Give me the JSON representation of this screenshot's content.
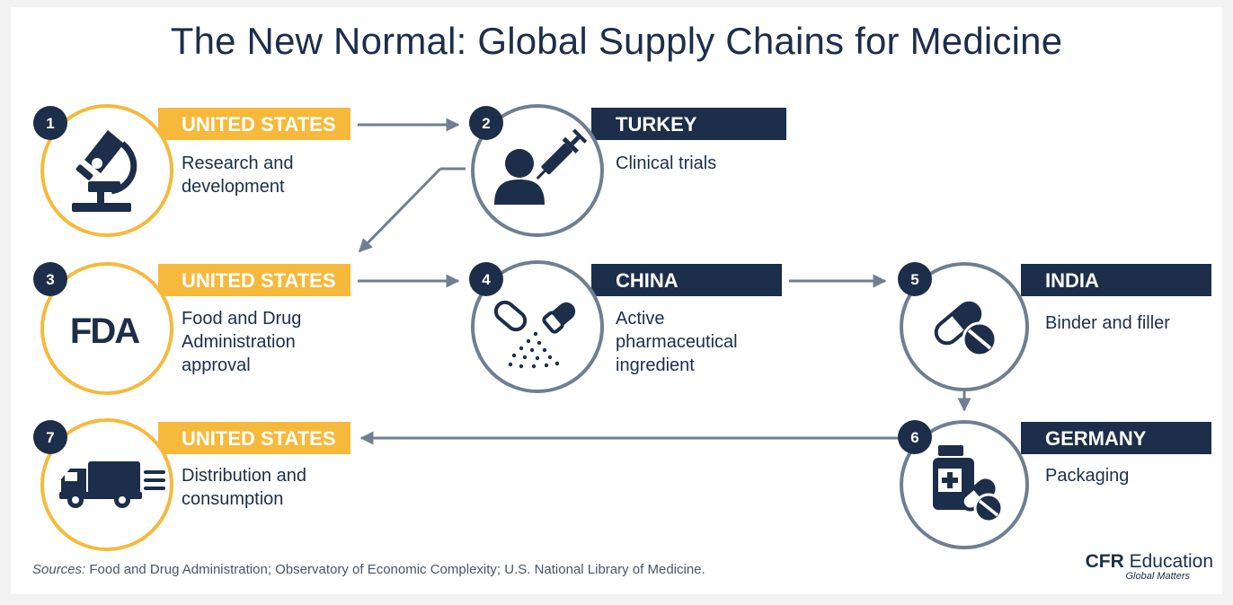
{
  "title": "The New Normal: Global Supply Chains for Medicine",
  "colors": {
    "navy": "#1c2e49",
    "gold": "#f6b93c",
    "gray": "#6f7f90",
    "text": "#1c2e49"
  },
  "steps": [
    {
      "number": "1",
      "country": "UNITED STATES",
      "description": [
        "Research and",
        "development"
      ],
      "icon": "microscope-icon",
      "style": "gold"
    },
    {
      "number": "2",
      "country": "TURKEY",
      "description": [
        "Clinical trials"
      ],
      "icon": "patient-syringe-icon",
      "style": "navy"
    },
    {
      "number": "3",
      "country": "UNITED STATES",
      "description": [
        "Food and Drug",
        "Administration",
        "approval"
      ],
      "icon": "fda-logo-icon",
      "icon_text": "FDA",
      "style": "gold"
    },
    {
      "number": "4",
      "country": "CHINA",
      "description": [
        "Active",
        "pharmaceutical",
        "ingredient"
      ],
      "icon": "capsule-powder-icon",
      "style": "navy"
    },
    {
      "number": "5",
      "country": "INDIA",
      "description": [
        "Binder and filler"
      ],
      "icon": "pills-icon",
      "style": "navy"
    },
    {
      "number": "6",
      "country": "GERMANY",
      "description": [
        "Packaging"
      ],
      "icon": "medicine-bottle-icon",
      "style": "navy"
    },
    {
      "number": "7",
      "country": "UNITED STATES",
      "description": [
        "Distribution and",
        "consumption"
      ],
      "icon": "delivery-truck-icon",
      "style": "gold"
    }
  ],
  "flow": [
    [
      "1",
      "2"
    ],
    [
      "2",
      "3"
    ],
    [
      "3",
      "4"
    ],
    [
      "4",
      "5"
    ],
    [
      "5",
      "6"
    ],
    [
      "6",
      "7"
    ]
  ],
  "sources": {
    "label": "Sources:",
    "text": "Food and Drug Administration; Observatory of Economic Complexity; U.S. National Library of Medicine."
  },
  "brand": {
    "name_bold": "CFR",
    "name_rest": "Education",
    "tagline": "Global Matters"
  }
}
